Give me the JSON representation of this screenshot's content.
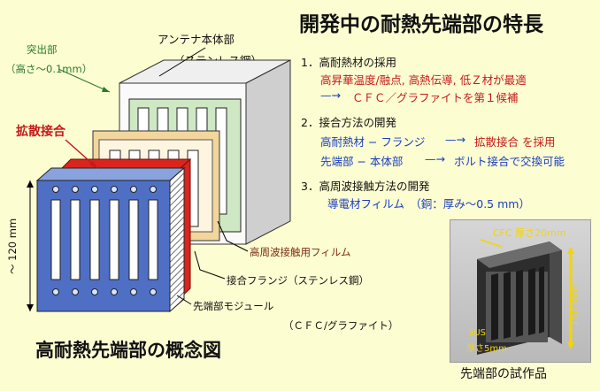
{
  "title_main": "開発中の耐熱先端部の特長",
  "title_concept": "高耐熱先端部の概念図",
  "features": [
    {
      "heading": "1．高耐熱材の採用",
      "line1": "高昇華温度/融点, 高熱伝導, 低Ｚ材が最適",
      "line2": "ＣＦＣ／グラファイトを第１候補"
    },
    {
      "heading": "2．接合方法の開発",
      "line1a": "高耐熱材 − フランジ",
      "line1b": "拡散接合 を採用",
      "line2a": "先端部 − 本体部",
      "line2b": "ボルト接合で交換可能"
    },
    {
      "heading": "3．高周波接触方法の開発",
      "line1": "導電材フィルム　（銅：厚み〜0.5 mm）"
    }
  ],
  "labels": {
    "protrusion": "突出部",
    "protrusion_height": "（高さ〜0.1mm）",
    "antenna_body": "アンテナ本体部",
    "antenna_body_material": "（ステンレス鋼）",
    "diffusion_bonding": "拡散接合",
    "rf_film": "高周波接触用フィルム",
    "bonding_flange": "接合フランジ（ステンレス鋼）",
    "tip_module": "先端部モジュール",
    "tip_module_material": "（ＣＦＣ/グラファイト）",
    "dimension_120": "〜 120 mm"
  },
  "photo": {
    "caption": "先端部の試作品",
    "cfc_label": "CFC 厚さ20mm",
    "dimension_150": "150 mm",
    "sus_label": "SUS",
    "sus_thickness": "厚さ5mm"
  },
  "colors": {
    "background": "#fdfdd2",
    "module_blue": "#4e6fc4",
    "flange_tan": "#f2d69c",
    "body_green": "#cfe8c4",
    "bonding_red": "#d9251d",
    "text_blue": "#1a3fc0",
    "text_red": "#c41a1a"
  }
}
